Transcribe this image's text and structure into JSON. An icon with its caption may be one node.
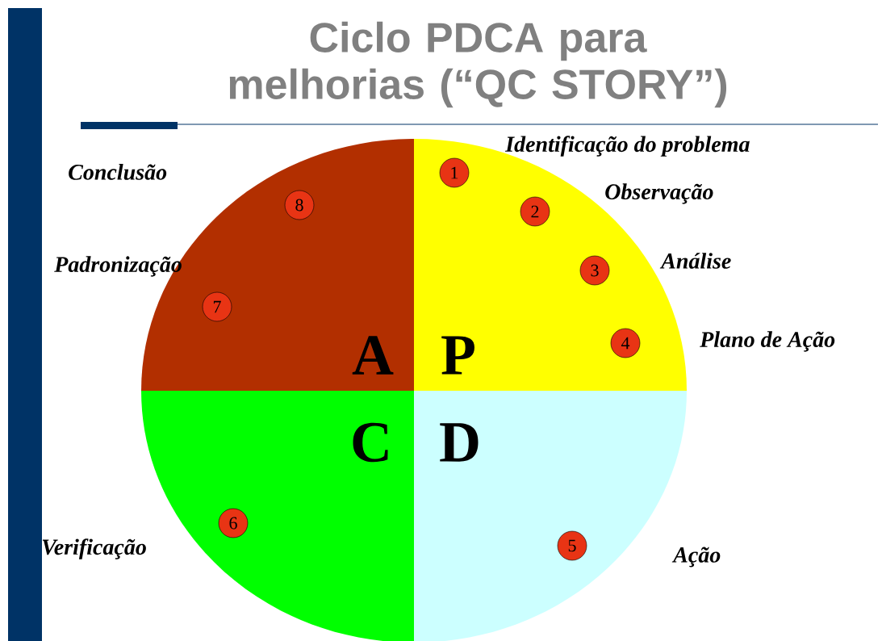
{
  "diagram": {
    "title": "Ciclo PDCA para melhorias (“QC STORY”)",
    "nodes": [
      {
        "text": [
          "A"
        ]
      },
      {
        "text": [
          "P"
        ]
      },
      {
        "text": [
          "C"
        ]
      },
      {
        "text": [
          "D"
        ]
      },
      {
        "text": [
          "1"
        ],
        "in": 1,
        "beside": [
          "Identificação do problema"
        ]
      },
      {
        "text": [
          "2"
        ],
        "in": 1,
        "beside": [
          "Observação"
        ]
      },
      {
        "text": [
          "3"
        ],
        "in": 1,
        "beside": [
          "Análise"
        ]
      },
      {
        "text": [
          "4"
        ],
        "in": 1,
        "beside": [
          "Plano de Ação"
        ]
      },
      {
        "text": [
          "5"
        ],
        "in": 3,
        "beside": [
          "Ação"
        ]
      },
      {
        "text": [
          "6"
        ],
        "in": 2,
        "beside": [
          "Verificação"
        ]
      },
      {
        "text": [
          "7"
        ],
        "in": 0,
        "beside": [
          "Padronização"
        ]
      },
      {
        "text": [
          "8"
        ],
        "in": 0
      }
    ],
    "edges": [],
    "labels": [
      "Conclusão"
    ]
  }
}
